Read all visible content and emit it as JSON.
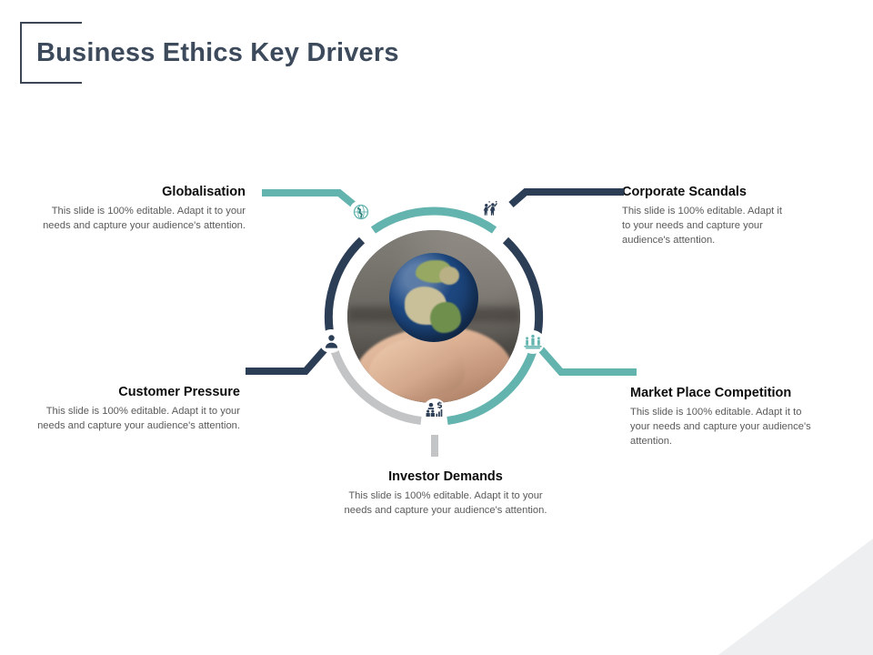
{
  "slide": {
    "title": "Business Ethics Key Drivers",
    "background_color": "#ffffff",
    "corner_decor_color": "#eeeff0"
  },
  "palette": {
    "title_text": "#3c4a5c",
    "teal": "#63b3ae",
    "navy": "#2c3e56",
    "gray": "#c3c4c6",
    "body_text": "#5a5a5a",
    "heading_text": "#0d0d0d"
  },
  "center": {
    "image_name": "hand-holding-globe-photo",
    "image_alt": "Hand holding a globe"
  },
  "nodes": [
    {
      "id": "globalisation",
      "title": "Globalisation",
      "body": "This slide is 100% editable. Adapt it to your needs and capture your audience's attention.",
      "icon": "globe-icon",
      "icon_color": "#63b3ae",
      "arc_color": "#63b3ae",
      "connector_color": "#63b3ae",
      "align": "right"
    },
    {
      "id": "corporate-scandals",
      "title": "Corporate Scandals",
      "body": "This slide is 100% editable. Adapt it to your needs and capture your audience's attention.",
      "icon": "protest-people-icon",
      "icon_color": "#2c3e56",
      "arc_color": "#2c3e56",
      "connector_color": "#2c3e56",
      "align": "left"
    },
    {
      "id": "customer-pressure",
      "title": "Customer Pressure",
      "body": "This slide is 100% editable. Adapt it to your needs and capture your audience's attention.",
      "icon": "single-person-icon",
      "icon_color": "#2c3e56",
      "arc_color": "#2c3e56",
      "connector_color": "#2c3e56",
      "align": "right"
    },
    {
      "id": "market-place-competition",
      "title": "Market Place Competition",
      "body": "This slide is 100% editable. Adapt it to your needs and capture your audience's attention.",
      "icon": "podium-people-icon",
      "icon_color": "#63b3ae",
      "arc_color": "#63b3ae",
      "connector_color": "#63b3ae",
      "align": "left"
    },
    {
      "id": "investor-demands",
      "title": "Investor Demands",
      "body": "This slide is 100% editable. Adapt it to your needs and capture your audience's attention.",
      "icon": "investors-dollar-icon",
      "icon_color": "#2c3e56",
      "arc_color": "#c3c4c6",
      "connector_color": "#c3c4c6",
      "align": "center"
    }
  ]
}
